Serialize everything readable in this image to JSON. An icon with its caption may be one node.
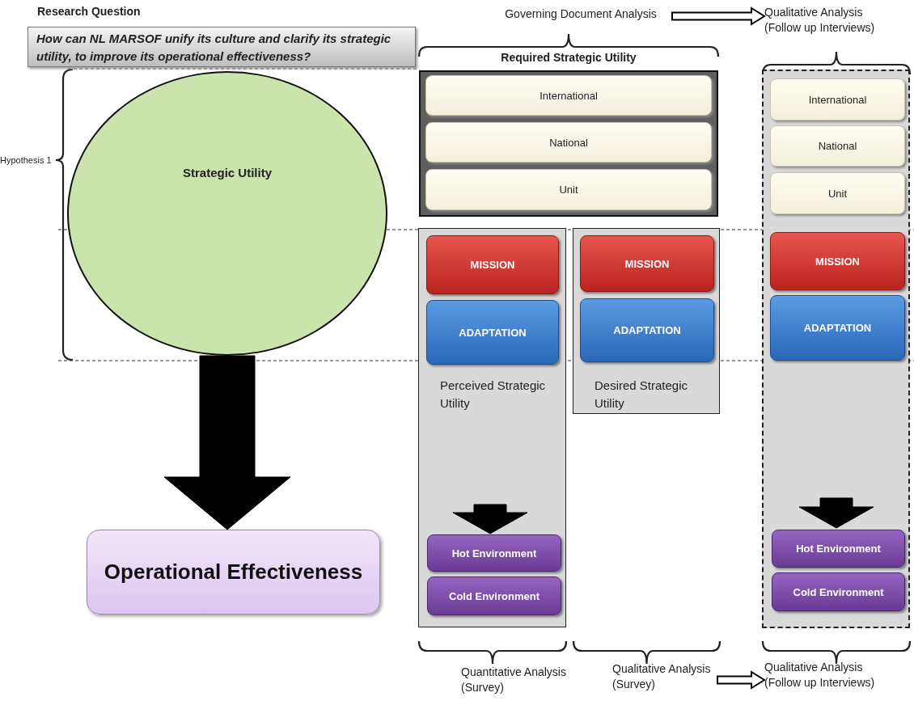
{
  "diagram": {
    "nodes": [
      {
        "text": [
          "Research Question",
          "How can NL MARSOF unify its culture and clarify its strategic utility, to improve its operational effectiveness?"
        ]
      },
      {
        "text": [
          "Governing Document Analysis"
        ]
      },
      {
        "text": [
          "Qualitative Analysis (Follow up Interviews)"
        ]
      },
      {
        "text": [
          "Strategic Utility"
        ]
      },
      {
        "text": [
          "Required Strategic Utility"
        ]
      },
      {
        "text": [
          "International"
        ],
        "in": 4
      },
      {
        "text": [
          "National"
        ],
        "in": 4
      },
      {
        "text": [
          "Unit"
        ],
        "in": 4
      },
      {
        "text": [],
        "shape": "box"
      },
      {
        "text": [
          "International"
        ],
        "in": 8
      },
      {
        "text": [
          "National"
        ],
        "in": 8
      },
      {
        "text": [
          "Unit"
        ],
        "in": 8
      },
      {
        "text": [
          "MISSION"
        ],
        "in": 8
      },
      {
        "text": [
          "ADAPTATION"
        ],
        "in": 8
      },
      {
        "text": [
          "Hot Environment"
        ],
        "in": 8
      },
      {
        "text": [
          "Cold Environment"
        ],
        "in": 8
      },
      {
        "text": [
          "Perceived Strategic Utility"
        ]
      },
      {
        "text": [
          "MISSION"
        ],
        "in": 16
      },
      {
        "text": [
          "ADAPTATION"
        ],
        "in": 16
      },
      {
        "text": [
          "Hot Environment"
        ],
        "in": 16
      },
      {
        "text": [
          "Cold Environment"
        ],
        "in": 16
      },
      {
        "text": [
          "Desired Strategic Utility"
        ]
      },
      {
        "text": [
          "MISSION"
        ],
        "in": 21
      },
      {
        "text": [
          "ADAPTATION"
        ],
        "in": 21
      },
      {
        "text": [
          "Operational Effectiveness"
        ]
      },
      {
        "text": [
          "Qualitative Analysis (Survey)"
        ]
      },
      {
        "text": [
          "Qualitative Analysis (Follow up Interviews)"
        ]
      }
    ],
    "edges": [
      {
        "from": 1,
        "to": 2,
        "arrow": "to"
      },
      {
        "from": 3,
        "to": 24,
        "arrow": "to",
        "style": "thick"
      },
      {
        "from": null,
        "to": 14,
        "arrow": "to",
        "style": "thick"
      },
      {
        "from": null,
        "to": 19,
        "arrow": "to",
        "style": "thick"
      },
      {
        "from": 25,
        "to": 26,
        "arrow": "to"
      }
    ],
    "labels": [
      "Hypothesis 1",
      "Quantitative Analysis (Survey)"
    ]
  }
}
